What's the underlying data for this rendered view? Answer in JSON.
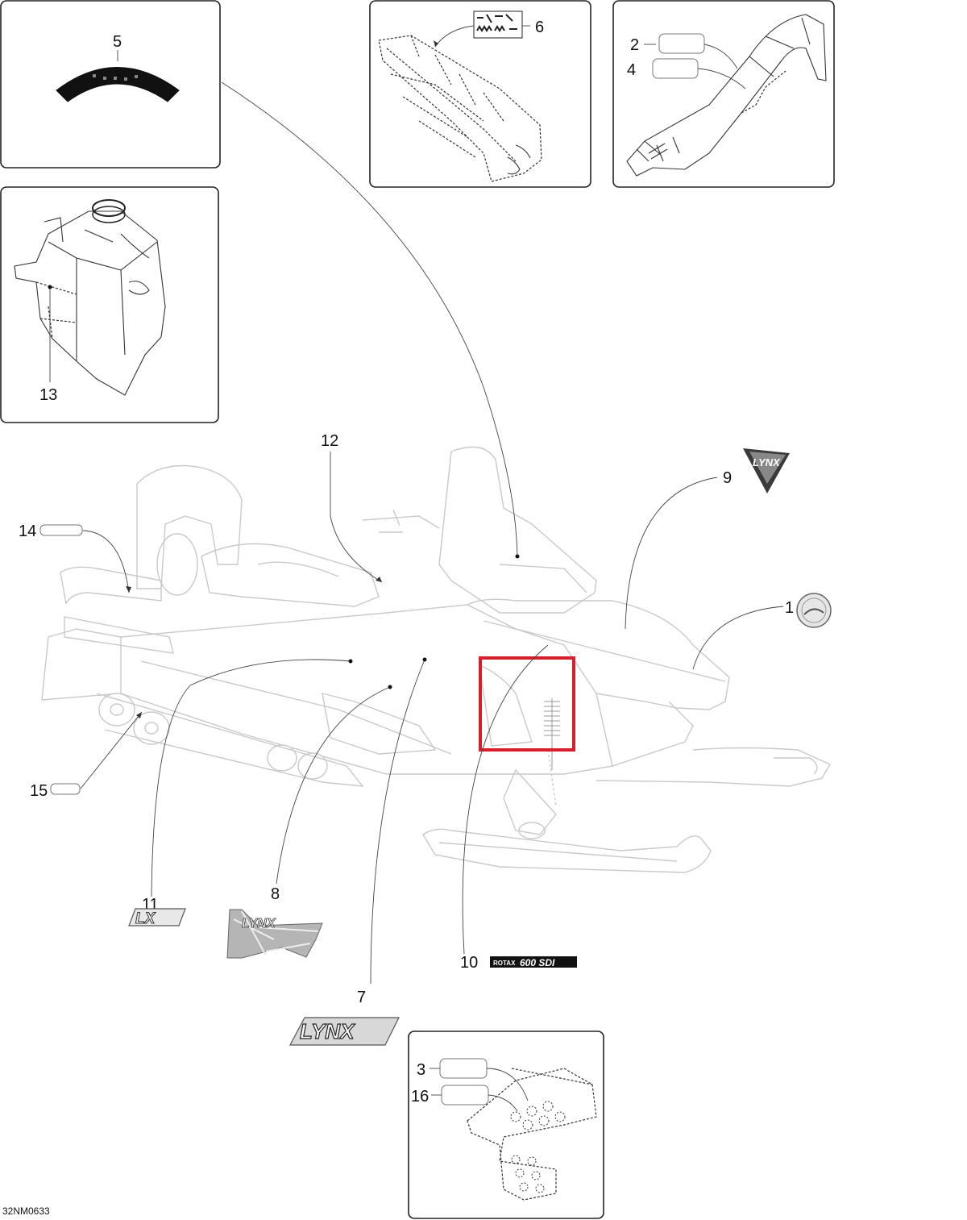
{
  "diagram": {
    "drawing_code": "32NM0633",
    "callouts": {
      "c1": "1",
      "c2": "2",
      "c3": "3",
      "c4": "4",
      "c5": "5",
      "c6": "6",
      "c7": "7",
      "c8": "8",
      "c9": "9",
      "c10": "10",
      "c11": "11",
      "c12": "12",
      "c13": "13",
      "c14": "14",
      "c15": "15",
      "c16": "16"
    },
    "decal_texts": {
      "lynx": "LYNX",
      "lx": "LX",
      "rotax": "ROTAX",
      "engine": "600 SDI"
    },
    "highlight_color": "#d81e2a"
  }
}
